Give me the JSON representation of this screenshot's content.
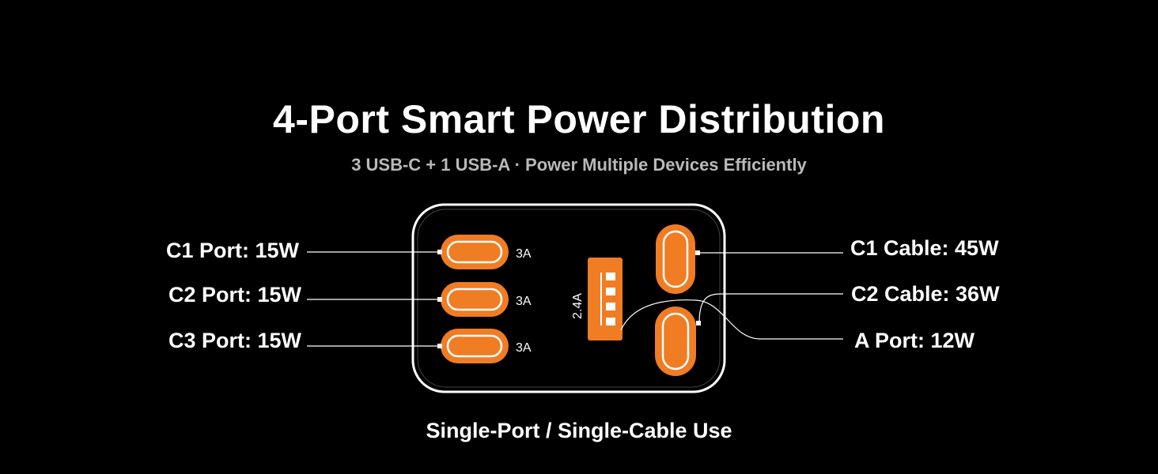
{
  "header": {
    "title": "4-Port Smart Power Distribution",
    "subtitle": "3 USB-C + 1 USB-A · Power Multiple Devices Efficiently"
  },
  "left_ports": [
    {
      "label": "C1 Port: 15W",
      "amp": "3A"
    },
    {
      "label": "C2 Port: 15W",
      "amp": "3A"
    },
    {
      "label": "C3 Port: 15W",
      "amp": "3A"
    }
  ],
  "usb_a": {
    "amp": "2.4A"
  },
  "right_labels": {
    "c1_cable": "C1 Cable: 45W",
    "c2_cable": "C2 Cable: 36W",
    "a_port": "A Port: 12W"
  },
  "footer": "Single-Port / Single-Cable Use",
  "colors": {
    "accent": "#f07c23",
    "background": "#000000"
  }
}
